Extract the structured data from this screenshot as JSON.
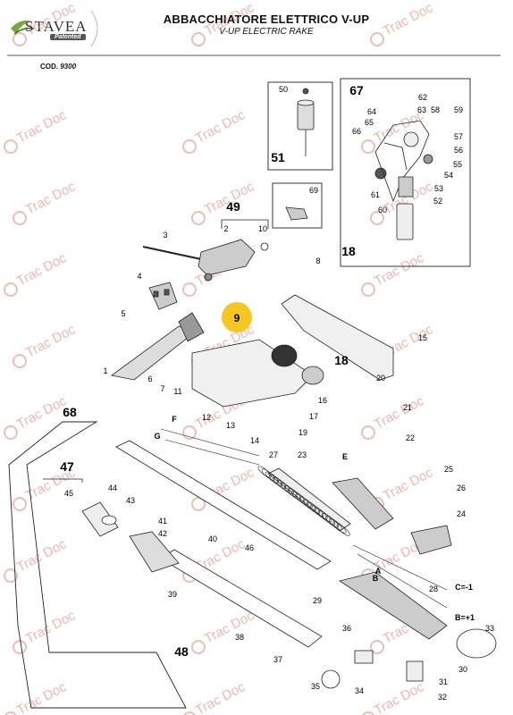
{
  "header": {
    "title": "ABBACCHIATORE ELETTRICO V-UP",
    "subtitle": "V-UP ELECTRIC RAKE",
    "brand": "STAVEA",
    "brand_sub": "Patented",
    "code_label": "COD.",
    "code_value": "9300"
  },
  "watermark": "Trac Doc",
  "highlight_callout": "9",
  "group_labels": {
    "g49": "49",
    "g51": "51",
    "g67": "67",
    "g18_box": "18",
    "g68": "68",
    "g47": "47",
    "g48": "48",
    "g18_main": "18"
  },
  "parts": [
    "1",
    "2",
    "3",
    "4",
    "5",
    "6",
    "7",
    "8",
    "10",
    "11",
    "12",
    "13",
    "14",
    "15",
    "16",
    "17",
    "19",
    "20",
    "21",
    "22",
    "23",
    "24",
    "25",
    "26",
    "27",
    "28",
    "29",
    "30",
    "31",
    "32",
    "33",
    "34",
    "35",
    "36",
    "37",
    "38",
    "39",
    "40",
    "41",
    "42",
    "43",
    "44",
    "45",
    "46",
    "50",
    "52",
    "53",
    "54",
    "55",
    "56",
    "57",
    "58",
    "59",
    "60",
    "61",
    "62",
    "63",
    "64",
    "65",
    "66",
    "69"
  ],
  "wire_labels": [
    "A",
    "B",
    "E",
    "F",
    "G",
    "C=-1",
    "B=+1"
  ],
  "colors": {
    "line": "#222222",
    "highlight": "#f6c624",
    "watermark": "#e07a72"
  }
}
